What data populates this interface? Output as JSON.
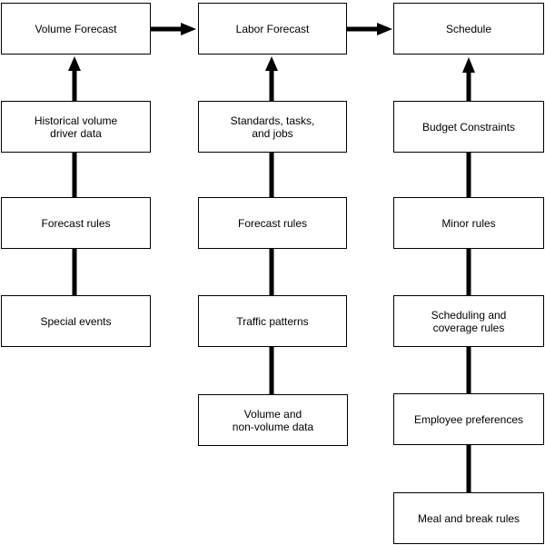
{
  "columns": [
    {
      "boxes": [
        {
          "lines": [
            "Volume Forecast"
          ]
        },
        {
          "lines": [
            "Historical volume",
            "driver data"
          ]
        },
        {
          "lines": [
            "Forecast rules"
          ]
        },
        {
          "lines": [
            "Special events"
          ]
        }
      ]
    },
    {
      "boxes": [
        {
          "lines": [
            "Labor Forecast"
          ]
        },
        {
          "lines": [
            "Standards, tasks,",
            "and jobs"
          ]
        },
        {
          "lines": [
            "Forecast rules"
          ]
        },
        {
          "lines": [
            "Traffic patterns"
          ]
        },
        {
          "lines": [
            "Volume and",
            "non-volume data"
          ]
        }
      ]
    },
    {
      "boxes": [
        {
          "lines": [
            "Schedule"
          ]
        },
        {
          "lines": [
            "Budget Constraints"
          ]
        },
        {
          "lines": [
            "Minor rules"
          ]
        },
        {
          "lines": [
            "Scheduling and",
            "coverage rules"
          ]
        },
        {
          "lines": [
            "Employee preferences"
          ]
        },
        {
          "lines": [
            "Meal and break rules"
          ]
        }
      ]
    }
  ],
  "colors": {
    "line": "#000000",
    "box_border": "#000000",
    "background": "#ffffff"
  }
}
